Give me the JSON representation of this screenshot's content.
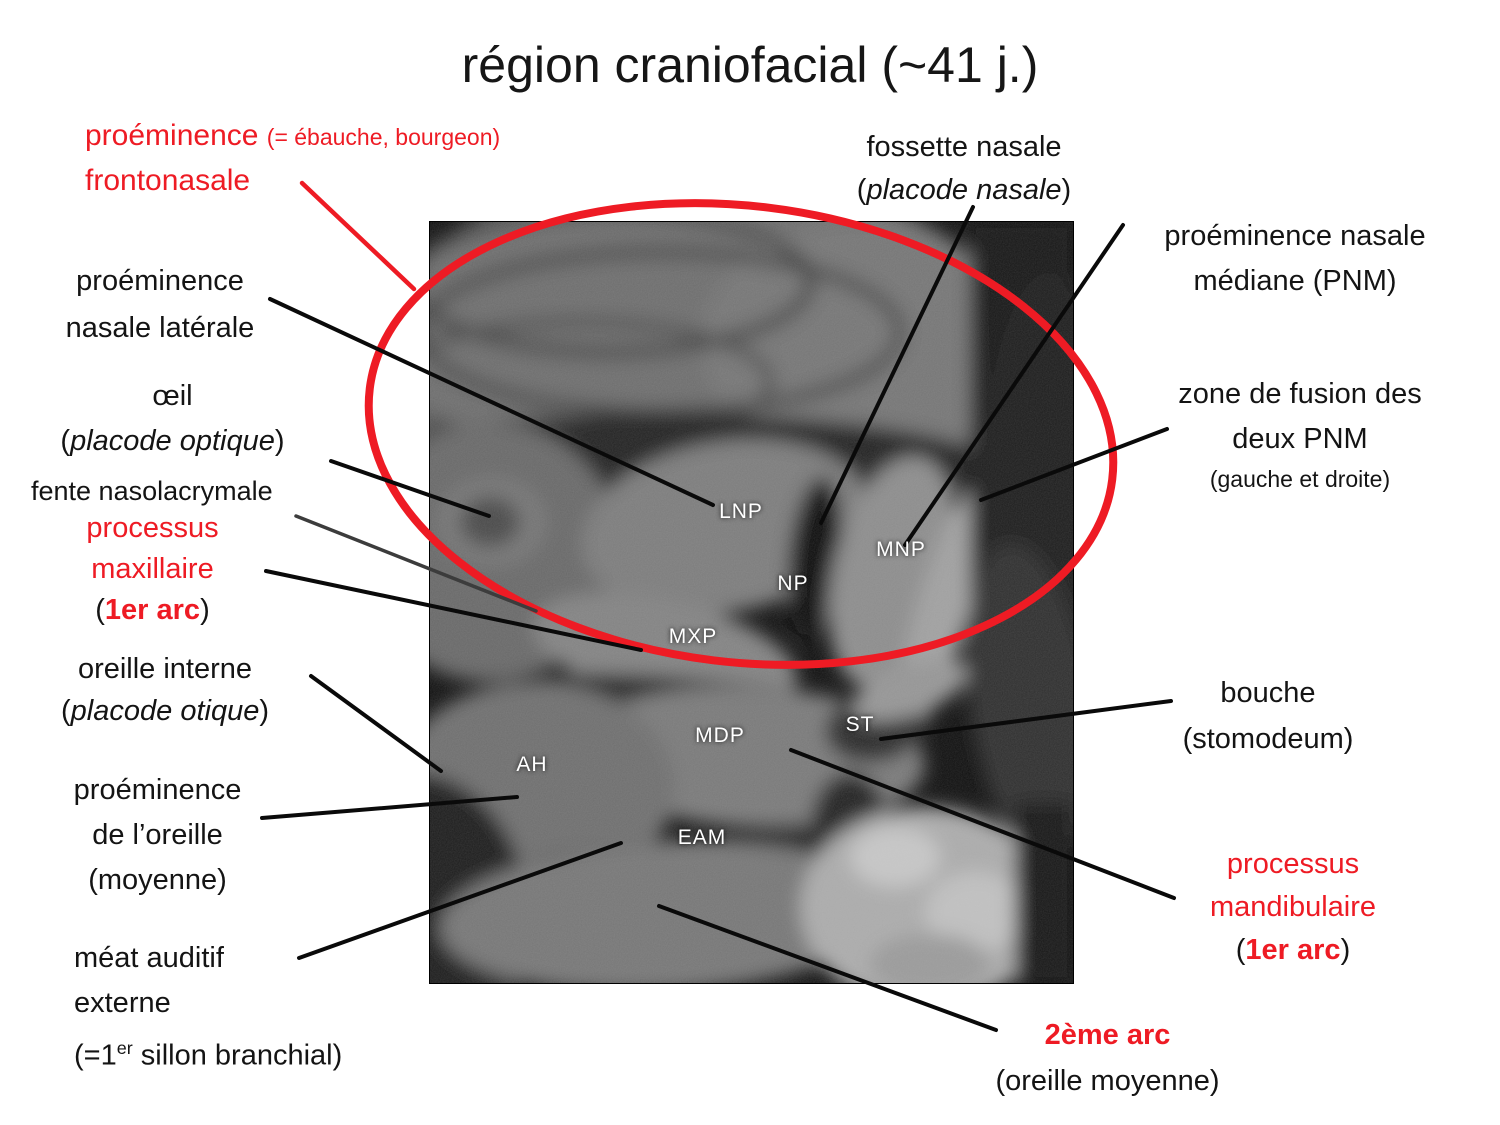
{
  "title": "région craniofacial (~41 j.)",
  "colors": {
    "accent_red": "#ee1b24",
    "text_black": "#141414",
    "image_label_white": "#ffffff"
  },
  "annotations": {
    "frontonasale": {
      "term": "proéminence ",
      "note": "(= ébauche, bourgeon)",
      "term2": "frontonasale"
    },
    "fossette_nasale": {
      "line1": "fossette nasale",
      "open": "(",
      "latin": "placode nasale",
      "close": ")"
    },
    "pnm": {
      "line1": "proéminence nasale",
      "line2": "médiane (PNM)"
    },
    "nasale_laterale": {
      "line1": "proéminence",
      "line2": "nasale latérale"
    },
    "oeil": {
      "line1": "œil",
      "open": "(",
      "latin": "placode optique",
      "close": ")"
    },
    "fente_nasolacrymale": {
      "line1": "fente nasolacrymale"
    },
    "processus_maxillaire": {
      "line1": "processus",
      "line2": "maxillaire",
      "open": "(",
      "arc": "1er arc",
      "close": ")"
    },
    "zone_fusion": {
      "line1": "zone de fusion des",
      "line2": "deux PNM",
      "line3": "(gauche et droite)"
    },
    "oreille_interne": {
      "line1": "oreille interne",
      "open": "(",
      "latin": "placode otique",
      "close": ")"
    },
    "bouche": {
      "line1": "bouche",
      "line2": "(stomodeum)"
    },
    "prominence_oreille": {
      "line1": "proéminence",
      "line2": "de l’oreille",
      "line3": "(moyenne)"
    },
    "processus_mandibulaire": {
      "line1": "processus",
      "line2": "mandibulaire",
      "open": "(",
      "arc": "1er arc",
      "close": ")"
    },
    "meat_auditif": {
      "line1": "méat auditif",
      "line2": "externe",
      "line3_pre": "(=1",
      "line3_sup": "er",
      "line3_post": " sillon branchial)"
    },
    "deuxieme_arc": {
      "line1": "2ème arc",
      "line2": "(oreille moyenne)"
    }
  },
  "image_labels": {
    "lnp": "LNP",
    "np": "NP",
    "mnp": "MNP",
    "mxp": "MXP",
    "st": "ST",
    "mdp": "MDP",
    "ah": "AH",
    "eam": "EAM"
  }
}
